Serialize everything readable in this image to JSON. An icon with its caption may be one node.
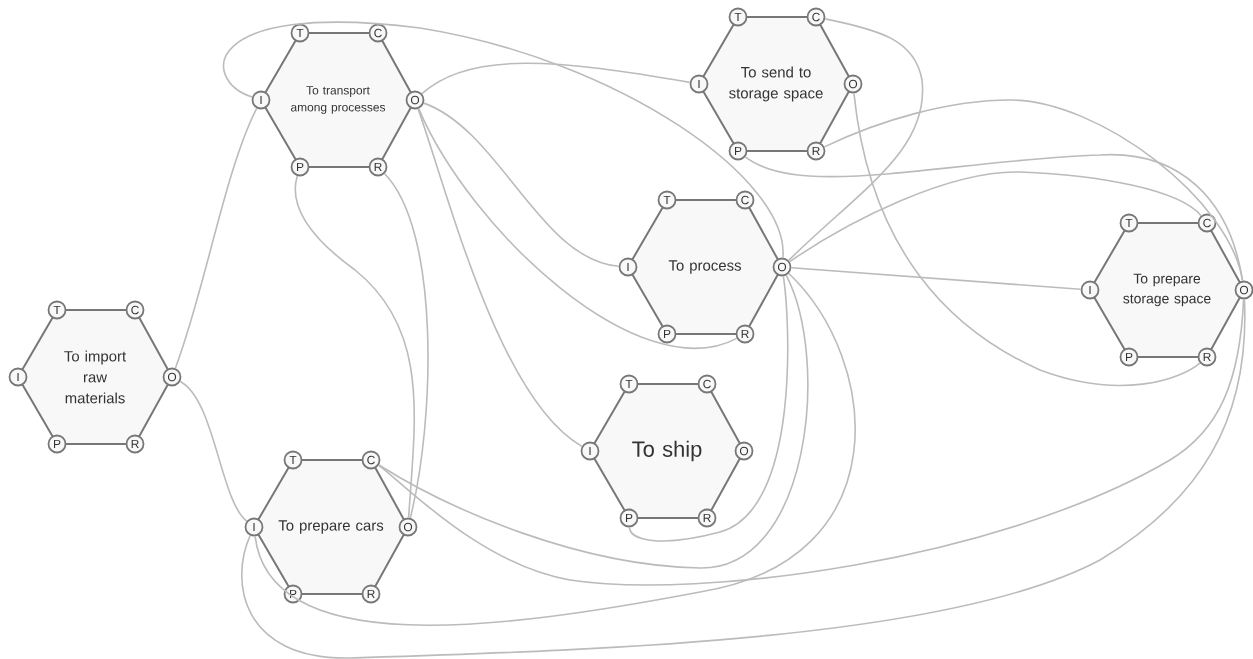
{
  "diagram": {
    "nodes": [
      {
        "text": [
          "To import raw materials"
        ]
      },
      {
        "text": [
          "T"
        ]
      },
      {
        "text": [
          "C"
        ]
      },
      {
        "text": [
          "I"
        ]
      },
      {
        "text": [
          "O"
        ]
      },
      {
        "text": [
          "P"
        ]
      },
      {
        "text": [
          "R"
        ]
      },
      {
        "text": [
          "To transport among processes"
        ]
      },
      {
        "text": [
          "T"
        ]
      },
      {
        "text": [
          "C"
        ]
      },
      {
        "text": [
          "I"
        ]
      },
      {
        "text": [
          "O"
        ]
      },
      {
        "text": [
          "P"
        ]
      },
      {
        "text": [
          "R"
        ]
      },
      {
        "text": [
          "To send to storage space"
        ]
      },
      {
        "text": [
          "T"
        ]
      },
      {
        "text": [
          "C"
        ]
      },
      {
        "text": [
          "I"
        ]
      },
      {
        "text": [
          "O"
        ]
      },
      {
        "text": [
          "P"
        ]
      },
      {
        "text": [
          "R"
        ]
      },
      {
        "text": [
          "To process"
        ]
      },
      {
        "text": [
          "T"
        ]
      },
      {
        "text": [
          "C"
        ]
      },
      {
        "text": [
          "I"
        ]
      },
      {
        "text": [
          "O"
        ]
      },
      {
        "text": [
          "P"
        ]
      },
      {
        "text": [
          "R"
        ]
      },
      {
        "text": [
          "To prepare storage space"
        ]
      },
      {
        "text": [
          "T"
        ]
      },
      {
        "text": [
          "C"
        ]
      },
      {
        "text": [
          "I"
        ]
      },
      {
        "text": [
          "O"
        ]
      },
      {
        "text": [
          "P"
        ]
      },
      {
        "text": [
          "R"
        ]
      },
      {
        "text": [
          "To ship"
        ]
      },
      {
        "text": [
          "T"
        ]
      },
      {
        "text": [
          "C"
        ]
      },
      {
        "text": [
          "I"
        ]
      },
      {
        "text": [
          "O"
        ]
      },
      {
        "text": [
          "P"
        ]
      },
      {
        "text": [
          "R"
        ]
      },
      {
        "text": [
          "To prepare cars"
        ]
      },
      {
        "text": [
          "T"
        ]
      },
      {
        "text": [
          "C"
        ]
      },
      {
        "text": [
          "I"
        ]
      },
      {
        "text": [
          "O"
        ]
      },
      {
        "text": [
          "P"
        ]
      },
      {
        "text": [
          "R"
        ]
      }
    ],
    "edges": [
      {
        "from": 4,
        "to": 10,
        "arrow": "none"
      },
      {
        "from": 4,
        "to": 45,
        "arrow": "none"
      },
      {
        "from": 11,
        "to": 17,
        "arrow": "none"
      },
      {
        "from": 11,
        "to": 24,
        "arrow": "none"
      },
      {
        "from": 11,
        "to": 27,
        "arrow": "none"
      },
      {
        "from": 11,
        "to": 38,
        "arrow": "none"
      },
      {
        "from": 25,
        "to": 10,
        "arrow": "none"
      },
      {
        "from": 46,
        "to": 12,
        "arrow": "none"
      },
      {
        "from": 46,
        "to": 13,
        "arrow": "none"
      },
      {
        "from": 25,
        "to": 16,
        "arrow": "none"
      },
      {
        "from": 18,
        "to": 34,
        "arrow": "none"
      },
      {
        "from": 32,
        "to": 20,
        "arrow": "none"
      },
      {
        "from": 32,
        "to": 19,
        "arrow": "none"
      },
      {
        "from": 25,
        "to": 30,
        "arrow": "none"
      },
      {
        "from": 25,
        "to": 31,
        "arrow": "none"
      },
      {
        "from": 25,
        "to": 40,
        "arrow": "none"
      },
      {
        "from": 25,
        "to": 44,
        "arrow": "none"
      },
      {
        "from": 25,
        "to": 45,
        "arrow": "none"
      },
      {
        "from": 32,
        "to": 44,
        "arrow": "none"
      },
      {
        "from": 32,
        "to": 45,
        "arrow": "none"
      }
    ]
  }
}
